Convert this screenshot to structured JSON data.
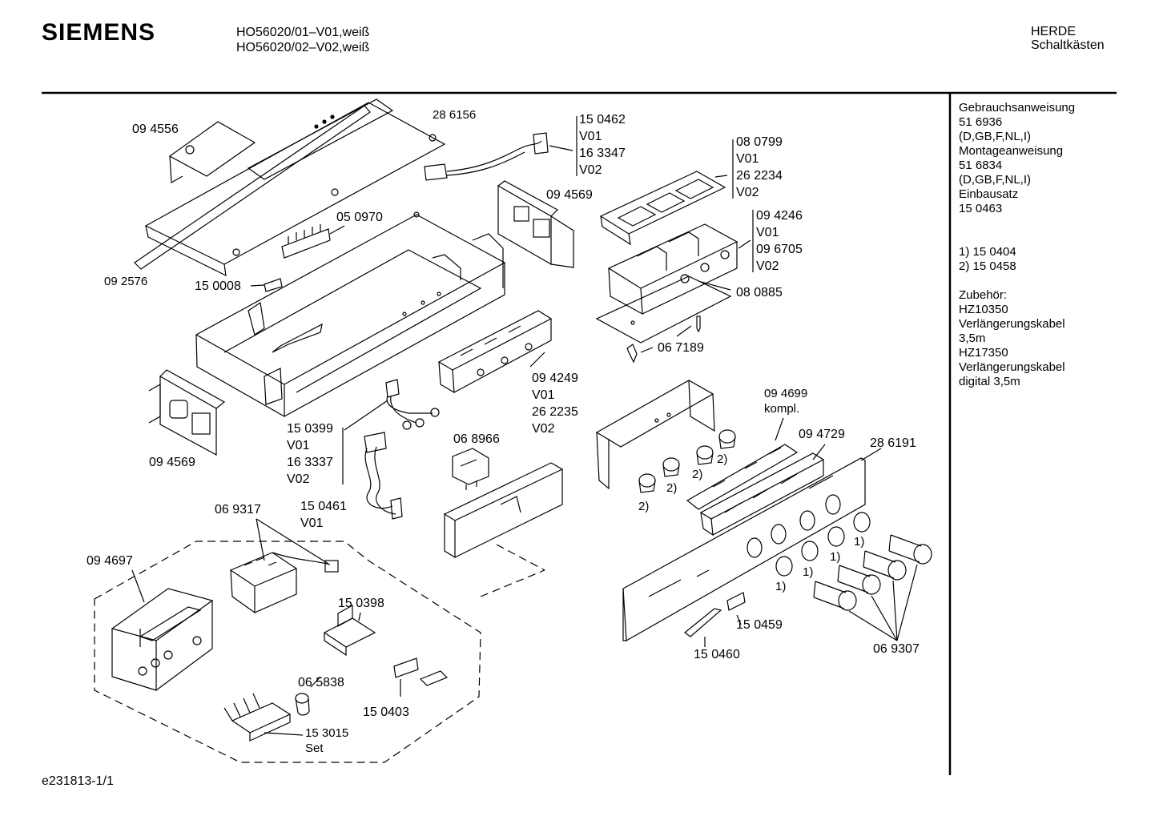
{
  "header": {
    "brand": "SIEMENS",
    "models": [
      "HO56020/01–V01,weiß",
      "HO56020/02–V02,weiß"
    ],
    "category": [
      "HERDE",
      "Schaltkästen"
    ]
  },
  "footer": {
    "drawing_id": "e231813-1/1"
  },
  "sidebar": {
    "lines": [
      "Gebrauchsanweisung",
      "51 6936",
      "(D,GB,F,NL,I)",
      "Montageanweisung",
      "51 6834",
      "(D,GB,F,NL,I)",
      "Einbausatz",
      "15 0463"
    ],
    "notes": [
      "1)  15 0404",
      "2)  15 0458"
    ],
    "accessories": [
      "Zubehör:",
      "HZ10350",
      "Verlängerungskabel",
      "3,5m",
      "HZ17350",
      "Verlängerungskabel",
      "digital 3,5m"
    ]
  },
  "parts": {
    "p094556": "09 4556",
    "p286156": "28 6156",
    "p092576": "09 2576",
    "p050970": "05 0970",
    "p150008": "15 0008",
    "p150462": [
      "15 0462",
      "V01",
      "16 3347",
      "V02"
    ],
    "p094569a": "09 4569",
    "p080799": [
      "08 0799",
      "V01",
      "26 2234",
      "V02"
    ],
    "p094246": [
      "09 4246",
      "V01",
      "09 6705",
      "V02"
    ],
    "p080885": "08 0885",
    "p067189": "06 7189",
    "p094249": [
      "09 4249",
      "V01",
      "26 2235",
      "V02"
    ],
    "p094569b": "09 4569",
    "p150399": [
      "15 0399",
      "V01",
      "16 3337",
      "V02"
    ],
    "p068966": "06 8966",
    "p150461": [
      "15 0461",
      "V01"
    ],
    "p069317": "06 9317",
    "p094697": "09 4697",
    "p150398": "15 0398",
    "p065838": "06 5838",
    "p150403": "15 0403",
    "p153015": [
      "15 3015",
      "Set"
    ],
    "p094699": [
      "09 4699",
      "kompl."
    ],
    "p094729": "09 4729",
    "p286191": "28 6191",
    "p150459": "15 0459",
    "p150460": "15 0460",
    "p069307": "06 9307",
    "note1": "1)",
    "note2": "2)"
  }
}
